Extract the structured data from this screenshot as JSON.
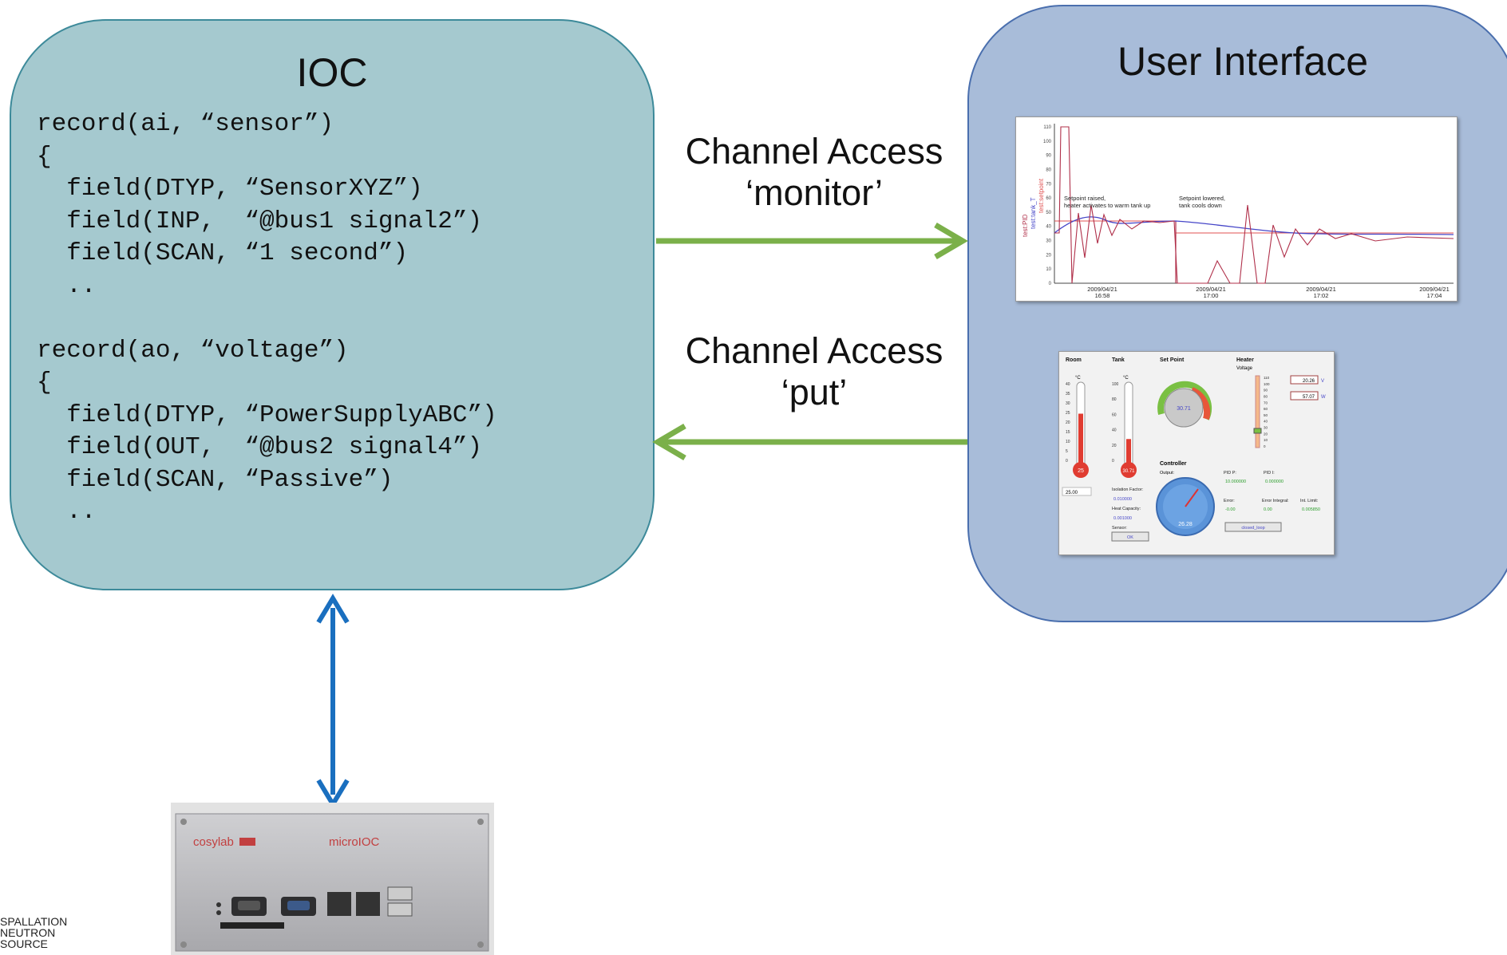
{
  "ioc": {
    "title": "IOC",
    "code": "record(ai, “sensor”)\n{\n  field(DTYP, “SensorXYZ”)\n  field(INP,  “@bus1 signal2”)\n  field(SCAN, “1 second”)\n  ..\n\nrecord(ao, “voltage”)\n{\n  field(DTYP, “PowerSupplyABC”)\n  field(OUT,  “@bus2 signal4”)\n  field(SCAN, “Passive”)\n  .."
  },
  "ui": {
    "title": "User Interface"
  },
  "arrows": {
    "monitor_label": "Channel Access\n‘monitor’",
    "put_label": "Channel Access\n‘put’"
  },
  "plot_screenshot": {
    "annotations": [
      "Setpoint raised,",
      "heater activates to warm tank up",
      "Setpoint lowered,",
      "tank cools down"
    ],
    "date_labels": [
      {
        "date": "2009/04/21",
        "time": "16:58"
      },
      {
        "date": "2009/04/21",
        "time": "17:00"
      },
      {
        "date": "2009/04/21",
        "time": "17:02"
      },
      {
        "date": "2009/04/21",
        "time": "17:04"
      }
    ],
    "y_ticks": [
      "110",
      "100",
      "90",
      "80",
      "70",
      "60",
      "50",
      "40",
      "30",
      "20",
      "10",
      "0"
    ],
    "axis_labels": [
      "test:PID",
      "test:tank_T",
      "test:setpoint"
    ],
    "colors": {
      "pid": "#b0304a",
      "tank": "#4646c8",
      "setpoint": "#e05050"
    }
  },
  "control_panel": {
    "headers": [
      "Room",
      "Tank",
      "Set Point",
      "Heater"
    ],
    "heater_sub": "Voltage",
    "unit_c": "°C",
    "room_scale": [
      "40",
      "35",
      "30",
      "25",
      "20",
      "15",
      "10",
      "5",
      "0"
    ],
    "tank_scale": [
      "100",
      "80",
      "60",
      "40",
      "20",
      "0"
    ],
    "room_bulb": "25",
    "tank_bulb": "30.71",
    "room_value": "25.00",
    "setpoint_value": "30.71",
    "heater_scale": [
      "110",
      "100",
      "90",
      "80",
      "70",
      "60",
      "50",
      "40",
      "30",
      "20",
      "10",
      "0"
    ],
    "voltage_value": "20.26",
    "voltage_unit": "V",
    "power_value": "57.07",
    "power_unit": "W",
    "controller_label": "Controller",
    "output_label": "Output:",
    "controller_gauge": "26.28",
    "isolation_label": "Isolation Factor:",
    "isolation_value": "0.010000",
    "heatcap_label": "Heat Capacity:",
    "heatcap_value": "0.001000",
    "sensor_label": "Sensor:",
    "sensor_value": "OK",
    "pidp_label": "PID P:",
    "pidp_value": "10.000000",
    "pidi_label": "PID I:",
    "pidi_value": "0.000000",
    "error_label": "Error:",
    "error_value": "-0.00",
    "errint_label": "Error Integral:",
    "errint_value": "0.00",
    "intlimit_label": "Int. Limit:",
    "intlimit_value": "0.005850",
    "loop_button": "closed_loop"
  },
  "device": {
    "brand": "cosylab",
    "model": "microIOC"
  },
  "footer": {
    "logo_lines": [
      "SPALLATION",
      "NEUTRON",
      "SOURCE"
    ]
  }
}
